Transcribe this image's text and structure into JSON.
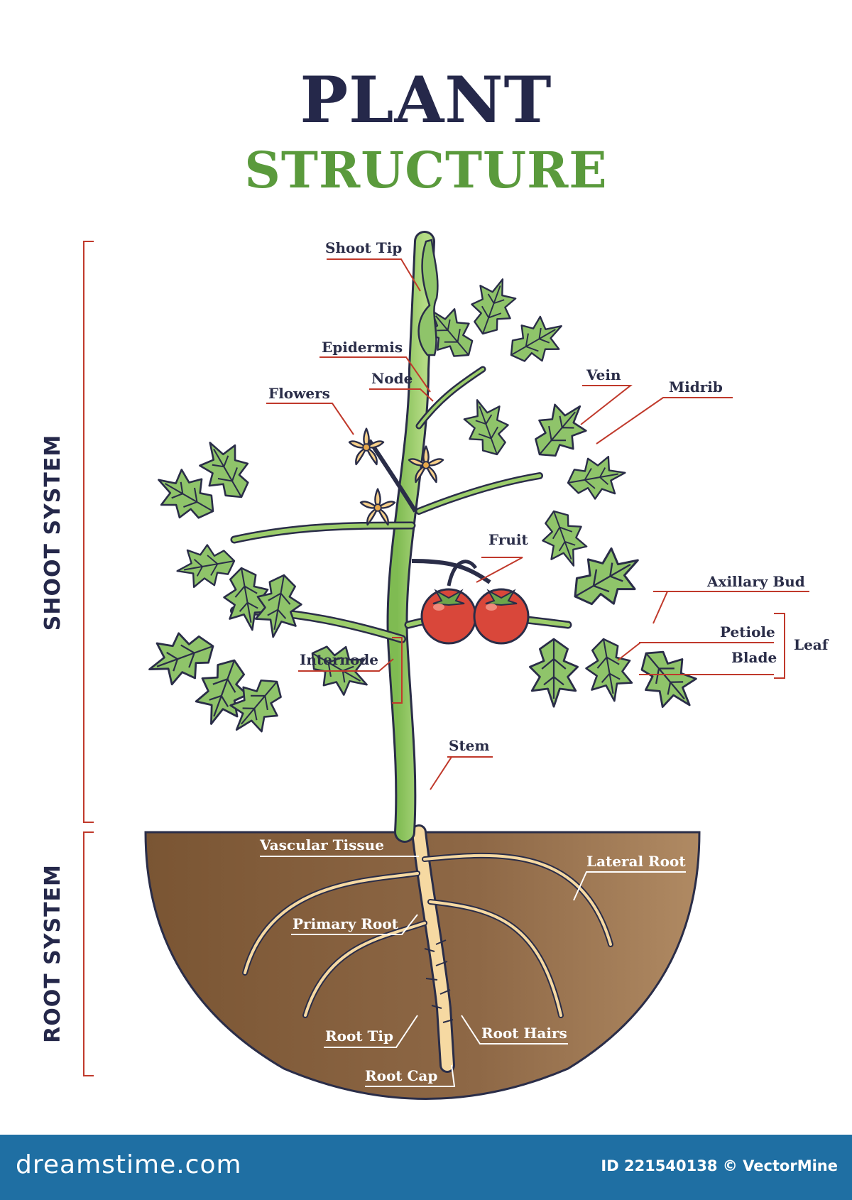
{
  "title": {
    "line1": "PLANT",
    "line2": "STRUCTURE"
  },
  "systems": {
    "shoot": "SHOOT SYSTEM",
    "root": "ROOT SYSTEM"
  },
  "labels": {
    "shoot_tip": "Shoot Tip",
    "epidermis": "Epidermis",
    "node": "Node",
    "flowers": "Flowers",
    "vein": "Vein",
    "midrib": "Midrib",
    "fruit": "Fruit",
    "axillary_bud": "Axillary Bud",
    "petiole": "Petiole",
    "blade": "Blade",
    "leaf": "Leaf",
    "internode": "Internode",
    "stem": "Stem",
    "vascular_tissue": "Vascular Tissue",
    "lateral_root": "Lateral Root",
    "primary_root": "Primary Root",
    "root_tip": "Root Tip",
    "root_hairs": "Root Hairs",
    "root_cap": "Root Cap"
  },
  "footer": {
    "brand": "dreamstime.com",
    "id_text": "ID 221540138 © VectorMine"
  },
  "colors": {
    "title_dark": "#25284a",
    "title_green": "#5a9a3c",
    "leader": "#c0392b",
    "soil": "#8b6440",
    "stem": "#9ccd6a",
    "footer": "#1f6fa3"
  }
}
